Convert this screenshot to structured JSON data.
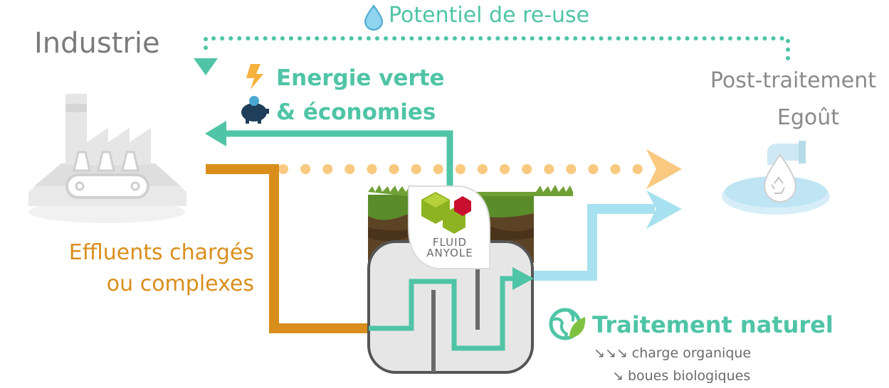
{
  "labels": {
    "industrie": "Industrie",
    "potentiel_reuse": "Potentiel de re-use",
    "post_traitement": "Post-traitement",
    "egout": "Egoût",
    "energie_verte": "Energie verte",
    "economies": "& économies",
    "effluents_line1": "Effluents chargés",
    "effluents_line2": "ou complexes",
    "traitement_naturel": "Traitement naturel",
    "charge_organique": "↘↘↘ charge organique",
    "boues_biologiques": "↘ boues biologiques",
    "logo_line1": "FLUID",
    "logo_line2": "ANYOLE"
  },
  "colors": {
    "teal": "#4fc4a6",
    "orange": "#d98e1c",
    "light_orange": "#f8c97f",
    "light_blue": "#a7e1ef",
    "grey_text": "#7b7b7b",
    "factory_grey": "#e3e3e3"
  },
  "icons": [
    "water-drop-icon",
    "lightning-icon",
    "piggy-bank-icon",
    "globe-leaf-icon",
    "factory-icon",
    "sewer-pipe-icon",
    "recycle-drop-icon",
    "fluidanyole-logo"
  ]
}
